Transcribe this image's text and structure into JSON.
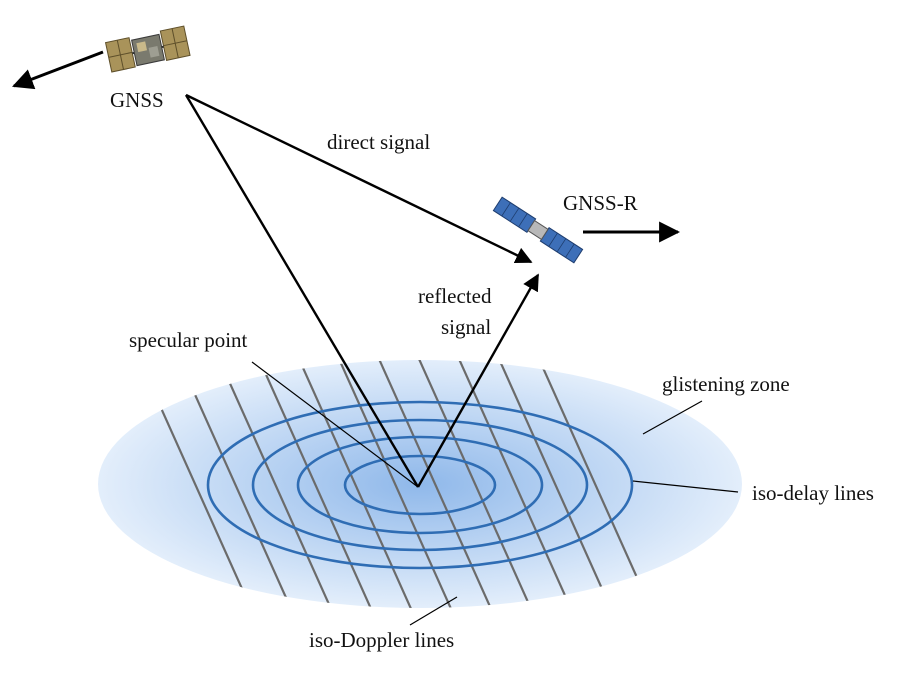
{
  "labels": {
    "gnss": "GNSS",
    "gnss_r": "GNSS-R",
    "direct_signal": "direct signal",
    "reflected_signal_line1": "reflected",
    "reflected_signal_line2": "signal",
    "specular_point": "specular point",
    "glistening_zone": "glistening zone",
    "iso_delay_lines": "iso-delay lines",
    "iso_doppler_lines": "iso-Doppler lines"
  },
  "icons": {
    "transmitter": "gnss-satellite-icon",
    "receiver": "gnss-r-satellite-icon"
  },
  "colors": {
    "zone_center": "#8fb8ea",
    "zone_edge": "#e3eefb",
    "iso_delay": "#2f6db4",
    "iso_doppler": "#6b6b6b",
    "arrows": "#000000"
  }
}
